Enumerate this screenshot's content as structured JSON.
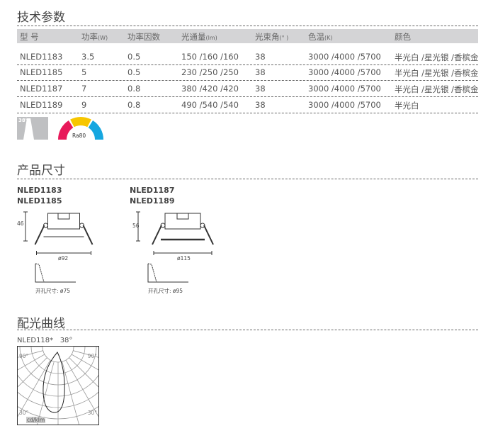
{
  "sections": {
    "specs": "技术参数",
    "dimensions": "产品尺寸",
    "photometric": "配光曲线"
  },
  "table": {
    "headers": [
      {
        "main": "型 号",
        "unit": ""
      },
      {
        "main": "功率",
        "unit": "(W)"
      },
      {
        "main": "功率因数",
        "unit": ""
      },
      {
        "main": "光通量",
        "unit": "(lm)"
      },
      {
        "main": "光束角",
        "unit": "(° )"
      },
      {
        "main": "色温",
        "unit": "(K)"
      },
      {
        "main": "颜色",
        "unit": ""
      }
    ],
    "rows": [
      [
        "NLED1183",
        "3.5",
        "0.5",
        "150 /160 /160",
        "38",
        "3000 /4000 /5700",
        "半光白 /星光银 /香槟金"
      ],
      [
        "NLED1185",
        "5",
        "0.5",
        "230 /250 /250",
        "38",
        "3000 /4000 /5700",
        "半光白 /星光银 /香槟金"
      ],
      [
        "NLED1187",
        "7",
        "0.8",
        "380 /420 /420",
        "38",
        "3000 /4000 /5700",
        "半光白 /星光银 /香槟金"
      ],
      [
        "NLED1189",
        "9",
        "0.8",
        "490 /540 /540",
        "38",
        "3000 /4000 /5700",
        "半光白"
      ]
    ]
  },
  "icons": {
    "beam_angle": "38°",
    "cri": "Ra80",
    "cri_colors": [
      "#e8195a",
      "#f7c600",
      "#16a7e0"
    ]
  },
  "dims": [
    {
      "models": [
        "NLED1183",
        "NLED1185"
      ],
      "height": "46",
      "diameter": "ø92",
      "cutout": "开孔尺寸: ø75"
    },
    {
      "models": [
        "NLED1187",
        "NLED1189"
      ],
      "height": "56",
      "diameter": "ø115",
      "cutout": "开孔尺寸: ø95"
    }
  ],
  "polar": {
    "title": "NLED118*   38°",
    "label_90": "90°",
    "label_30": "30°",
    "unit": "cd/klm"
  }
}
